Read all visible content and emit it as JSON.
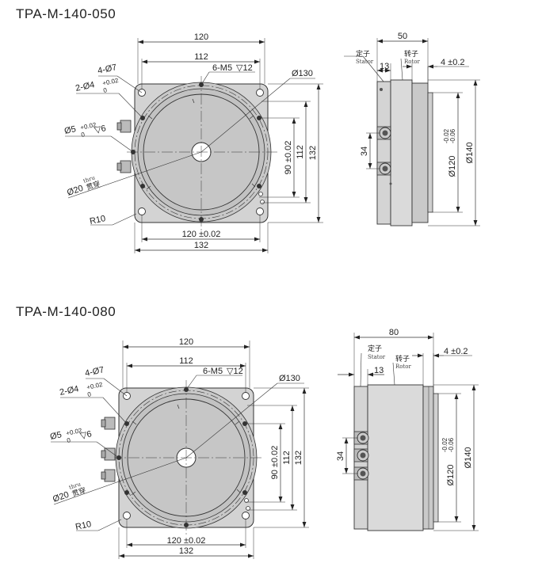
{
  "drawings": [
    {
      "title": "TPA-M-140-050",
      "front": {
        "width_outer": "120",
        "width_inner": "112",
        "bolt_circle_w": "120 ±0.02",
        "width_total": "132",
        "height_90": "90 ±0.02",
        "height_112": "112",
        "height_132": "132",
        "dia_130": "Ø130",
        "holes_m5": "6-M5",
        "holes_m5_depth": "▽12",
        "holes_7": "4-Ø7",
        "holes_4_main": "2-Ø4",
        "holes_4_tol_top": "+0.02",
        "holes_4_tol_bot": "0",
        "hole_5_main": "Ø5",
        "hole_5_tol_top": "+0.02",
        "hole_5_tol_bot": "0",
        "hole_5_depth": "▽6",
        "center_hole": "Ø20",
        "center_hole_cn": "贯穿",
        "center_hole_en": "thru",
        "radius": "R10"
      },
      "side": {
        "width": "50",
        "stator_cn": "定子",
        "stator_en": "Stator",
        "rotor_cn": "转子",
        "rotor_en": "Rotor",
        "dim_13": "13",
        "dim_4": "4 ±0.2",
        "dim_34": "34",
        "dia_120": "Ø120",
        "dia_120_tol_top": "-0.02",
        "dia_120_tol_bot": "-0.06",
        "dia_140": "Ø140"
      }
    },
    {
      "title": "TPA-M-140-080",
      "front": {
        "width_outer": "120",
        "width_inner": "112",
        "bolt_circle_w": "120 ±0.02",
        "width_total": "132",
        "height_90": "90 ±0.02",
        "height_112": "112",
        "height_132": "132",
        "dia_130": "Ø130",
        "holes_m5": "6-M5",
        "holes_m5_depth": "▽12",
        "holes_7": "4-Ø7",
        "holes_4_main": "2-Ø4",
        "holes_4_tol_top": "+0.02",
        "holes_4_tol_bot": "0",
        "hole_5_main": "Ø5",
        "hole_5_tol_top": "+0.02",
        "hole_5_tol_bot": "0",
        "hole_5_depth": "▽6",
        "center_hole": "Ø20",
        "center_hole_cn": "贯穿",
        "center_hole_en": "thru",
        "radius": "R10"
      },
      "side": {
        "width": "80",
        "stator_cn": "定子",
        "stator_en": "Stator",
        "rotor_cn": "转子",
        "rotor_en": "Rotor",
        "dim_13": "13",
        "dim_4": "4 ±0.2",
        "dim_34": "34",
        "dia_120": "Ø120",
        "dia_120_tol_top": "-0.02",
        "dia_120_tol_bot": "-0.06",
        "dia_140": "Ø140"
      }
    }
  ]
}
